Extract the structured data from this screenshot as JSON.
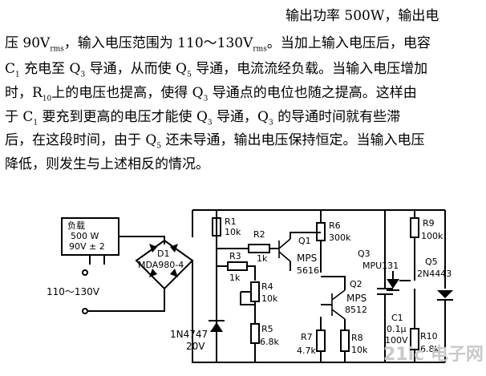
{
  "text_lines": [
    "输出功率 500W，输出电",
    "压 90V",
    "rms",
    "，输入电压范围为 110～130V",
    "rms",
    "。当加上输入电压后，电容",
    "C",
    "1",
    " 充电至 Q",
    "3",
    " 导通，从而使 Q",
    "5",
    " 导通，电流流经负载。当输入电压增加",
    "时，R",
    "10",
    "上的电压也提高，使得 Q",
    "3",
    " 导通点的电位也随之提高。这样由",
    "于 C",
    "1",
    " 要充到更高的电压才能使 Q",
    "3",
    " 导通，Q",
    "3",
    " 的导通时间就有些滞",
    "后，在这段时间，由于 Q",
    "5",
    " 还未导通，输出电压保持恒定。当输入电压",
    "降低，则发生与上述相反的情况。"
  ],
  "circuit": {
    "load_box": [
      "负载",
      "500 W",
      "90V ± 2"
    ],
    "input_label": "110～130V",
    "bridge": [
      "D1",
      "MDA980-4"
    ],
    "zener": [
      "1N4747",
      "20V"
    ],
    "r1": [
      "R1",
      "10k"
    ],
    "r2": [
      "R2",
      "1k"
    ],
    "r3": [
      "R3",
      "1k"
    ],
    "r4": [
      "R4",
      "10k"
    ],
    "r5": [
      "R5",
      "6.8k"
    ],
    "r6": [
      "R6",
      "300k"
    ],
    "r7": [
      "R7",
      "4.7k"
    ],
    "r8": [
      "R8",
      "10k"
    ],
    "r9": [
      "R9",
      "100k"
    ],
    "r10": [
      "R10",
      "6.8k"
    ],
    "q1": [
      "Q1",
      "MPS",
      "5616"
    ],
    "q2": [
      "Q2",
      "MPS",
      "8512"
    ],
    "q3": [
      "Q3",
      "MPU131"
    ],
    "q5": [
      "Q5",
      "2N4443"
    ],
    "c1": [
      "C1",
      "0.1μ",
      "100V"
    ]
  },
  "watermark": "21ic 电子网"
}
